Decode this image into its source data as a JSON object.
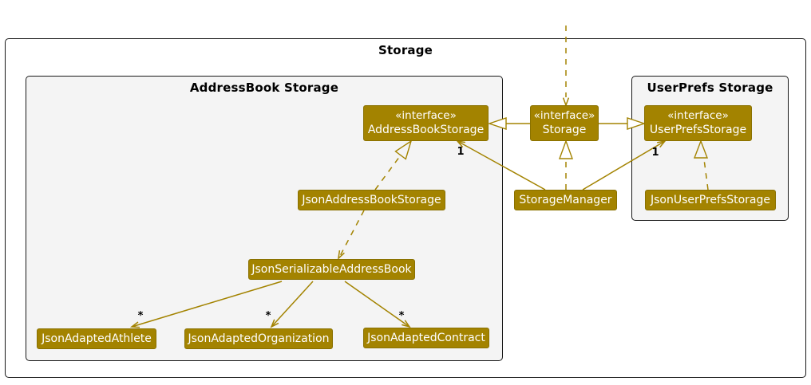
{
  "colors": {
    "accent": "#A38300",
    "package_bg": "#F4F4F4",
    "node_text": "#FFFFFF",
    "frame_border": "#181818",
    "multiplicity_text": "#000000"
  },
  "outer_package": {
    "title": "Storage"
  },
  "packages": {
    "addressbook": {
      "title": "AddressBook Storage"
    },
    "userprefs": {
      "title": "UserPrefs Storage"
    }
  },
  "nodes": {
    "addressBookStorage": {
      "stereotype": "«interface»",
      "name": "AddressBookStorage"
    },
    "storage": {
      "stereotype": "«interface»",
      "name": "Storage"
    },
    "userPrefsStorage": {
      "stereotype": "«interface»",
      "name": "UserPrefsStorage"
    },
    "jsonAddressBookStorage": {
      "name": "JsonAddressBookStorage"
    },
    "storageManager": {
      "name": "StorageManager"
    },
    "jsonUserPrefsStorage": {
      "name": "JsonUserPrefsStorage"
    },
    "jsonSerializableAddressBook": {
      "name": "JsonSerializableAddressBook"
    },
    "jsonAdaptedAthlete": {
      "name": "JsonAdaptedAthlete"
    },
    "jsonAdaptedOrganization": {
      "name": "JsonAdaptedOrganization"
    },
    "jsonAdaptedContract": {
      "name": "JsonAdaptedContract"
    }
  },
  "multiplicities": {
    "storagemanager_addressbookstorage": "1",
    "storagemanager_userprefsstorage": "1",
    "serializable_athlete": "*",
    "serializable_organization": "*",
    "serializable_contract": "*"
  }
}
